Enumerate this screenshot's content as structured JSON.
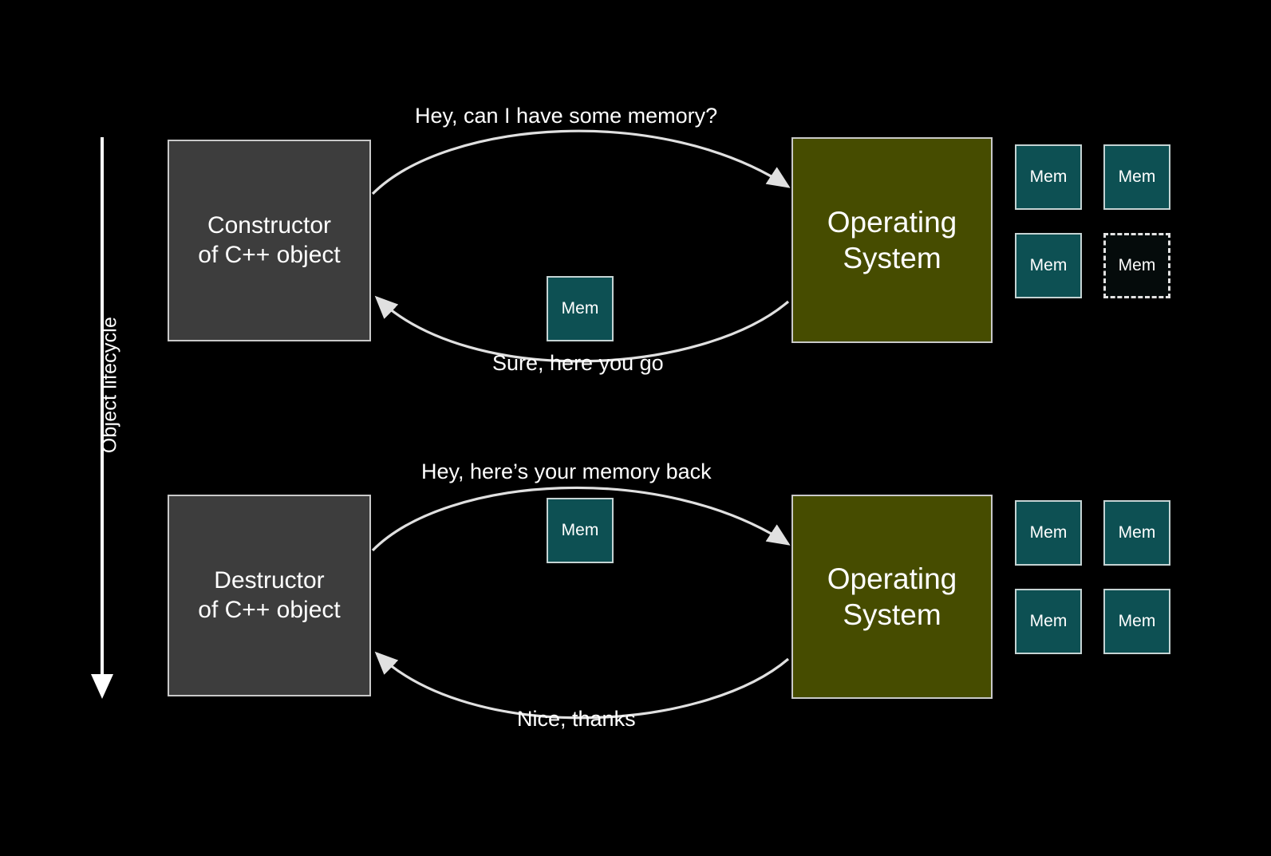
{
  "diagram": {
    "title": "Object lifecycle memory request/return between C++ object and Operating System",
    "background_color": "#000000",
    "axis": {
      "label": "Object lifecycle",
      "direction": "down"
    },
    "colors": {
      "background": "#000000",
      "actor_fill": "#3d3d3d",
      "os_fill": "#464c00",
      "memory_fill": "#0d5053",
      "memory_empty_fill": "#050b0b",
      "border": "#c9c9c9",
      "text": "#ffffff",
      "arrow": "#e0e0e0"
    },
    "phases": [
      {
        "id": "construction",
        "actor": {
          "line1": "Constructor",
          "line2": "of C++ object"
        },
        "os": {
          "line1": "Operating",
          "line2": "System"
        },
        "outgoing_message": "Hey, can I have some memory?",
        "incoming_message": "Sure, here you go",
        "transferred_block": {
          "label": "Mem",
          "state": "filled"
        },
        "memory_pool": [
          {
            "label": "Mem",
            "state": "filled"
          },
          {
            "label": "Mem",
            "state": "filled"
          },
          {
            "label": "Mem",
            "state": "filled"
          },
          {
            "label": "Mem",
            "state": "empty"
          }
        ]
      },
      {
        "id": "destruction",
        "actor": {
          "line1": "Destructor",
          "line2": "of C++ object"
        },
        "os": {
          "line1": "Operating",
          "line2": "System"
        },
        "outgoing_message": "Hey, here’s your memory back",
        "incoming_message": "Nice, thanks",
        "transferred_block": {
          "label": "Mem",
          "state": "filled"
        },
        "memory_pool": [
          {
            "label": "Mem",
            "state": "filled"
          },
          {
            "label": "Mem",
            "state": "filled"
          },
          {
            "label": "Mem",
            "state": "filled"
          },
          {
            "label": "Mem",
            "state": "filled"
          }
        ]
      }
    ]
  }
}
